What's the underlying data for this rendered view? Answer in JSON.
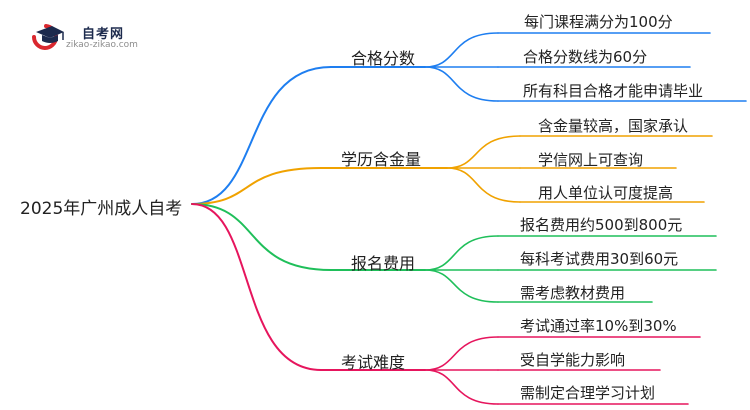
{
  "logo": {
    "title": "自考网",
    "subtitle": "zikao-zikao.com"
  },
  "root": "2025年广州成人自考",
  "branches": [
    {
      "label": "合格分数",
      "color": "#1e7ef0",
      "leaves": [
        "每门课程满分为100分",
        "合格分数线为60分",
        "所有科目合格才能申请毕业"
      ]
    },
    {
      "label": "学历含金量",
      "color": "#f0a200",
      "leaves": [
        "含金量较高，国家承认",
        "学信网上可查询",
        "用人单位认可度提高"
      ]
    },
    {
      "label": "报名费用",
      "color": "#1fbf5a",
      "leaves": [
        "报名费用约500到800元",
        "每科考试费用30到60元",
        "需考虑教材费用"
      ]
    },
    {
      "label": "考试难度",
      "color": "#e6155d",
      "leaves": [
        "考试通过率10%到30%",
        "受自学能力影响",
        "需制定合理学习计划"
      ]
    }
  ]
}
